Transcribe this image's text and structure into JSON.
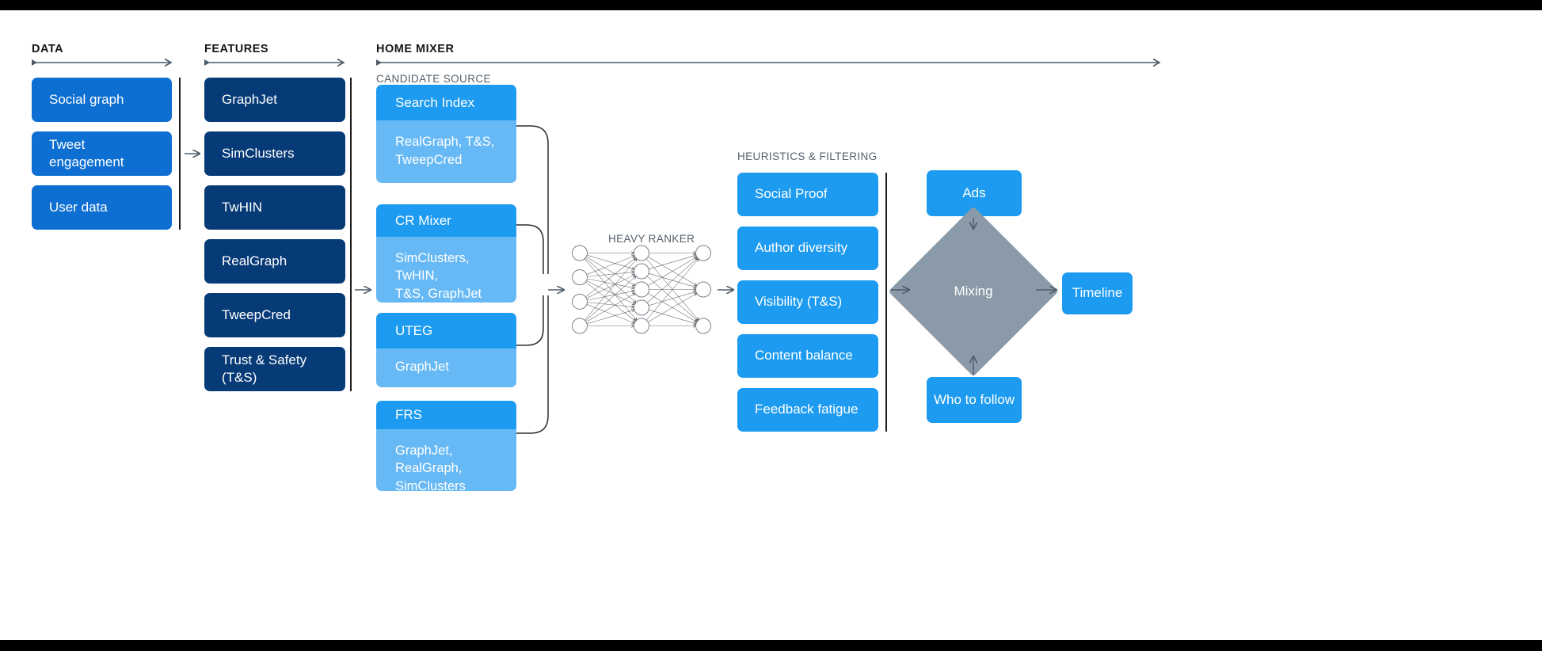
{
  "palette": {
    "data_blue": "#0d6fd1",
    "navy": "#073b77",
    "twitter_blue": "#1d9bf0",
    "light_blue": "#67b9f5",
    "gray_diamond": "#8b9aa9",
    "line": "#4e5b68",
    "label_dark": "#14171a",
    "label_gray": "#55606b",
    "page_bg": "#ffffff",
    "letterbox": "#000000"
  },
  "sections": {
    "data": {
      "label": "DATA"
    },
    "features": {
      "label": "FEATURES"
    },
    "home_mixer": {
      "label": "HOME MIXER"
    },
    "candidate_source": {
      "label": "CANDIDATE SOURCE"
    },
    "heavy_ranker": {
      "label": "HEAVY RANKER"
    },
    "heuristics": {
      "label": "HEURISTICS & FILTERING"
    }
  },
  "data_column": {
    "items": [
      {
        "label": "Social graph"
      },
      {
        "label": "Tweet engagement"
      },
      {
        "label": "User data"
      }
    ]
  },
  "features_column": {
    "items": [
      {
        "label": "GraphJet"
      },
      {
        "label": "SimClusters"
      },
      {
        "label": "TwHIN"
      },
      {
        "label": "RealGraph"
      },
      {
        "label": "TweepCred"
      },
      {
        "label": "Trust & Safety (T&S)"
      }
    ]
  },
  "candidate_sources": {
    "items": [
      {
        "title": "Search Index",
        "features": "RealGraph, T&S,\nTweepCred"
      },
      {
        "title": "CR Mixer",
        "features": "SimClusters, TwHIN,\nT&S, GraphJet"
      },
      {
        "title": "UTEG",
        "features": "GraphJet"
      },
      {
        "title": "FRS",
        "features": "GraphJet, RealGraph,\nSimClusters"
      }
    ]
  },
  "heuristics_column": {
    "items": [
      {
        "label": "Social Proof"
      },
      {
        "label": "Author diversity"
      },
      {
        "label": "Visibility (T&S)"
      },
      {
        "label": "Content balance"
      },
      {
        "label": "Feedback fatigue"
      }
    ]
  },
  "output_stage": {
    "ads": {
      "label": "Ads"
    },
    "mixing": {
      "label": "Mixing"
    },
    "who_to_follow": {
      "label": "Who to follow"
    },
    "timeline": {
      "label": "Timeline"
    }
  },
  "neural_network": {
    "layers": [
      4,
      5,
      3
    ],
    "node_fill": "#ffffff",
    "node_stroke": "#7a828a",
    "edge_stroke": "#4a4f55"
  }
}
